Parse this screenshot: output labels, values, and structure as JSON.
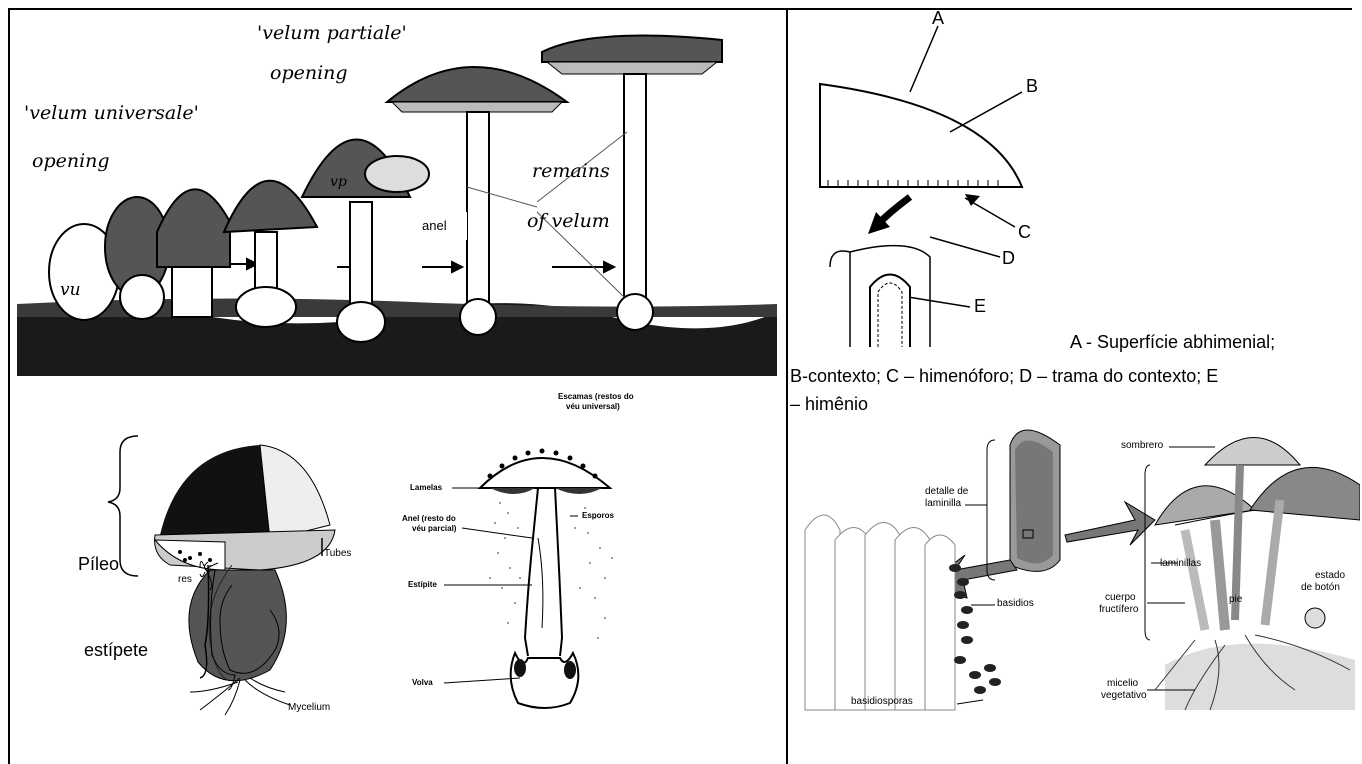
{
  "development": {
    "velum_universale": "'velum universale'",
    "velum_universale_opening": "opening",
    "velum_partiale": "'velum partiale'",
    "velum_partiale_opening": "opening",
    "remains": "remains",
    "of_velum": "of velum",
    "vu": "vu",
    "vp": "vp",
    "anel": "anel"
  },
  "diagram_abc": {
    "A": "A",
    "B": "B",
    "C": "C",
    "D": "D",
    "E": "E",
    "caption_line1": "A - Superfície abhimenial;",
    "caption_line2": "B-contexto; C – himenóforo; D – trama do contexto; E",
    "caption_line3": "– himênio"
  },
  "boletus": {
    "pileo": "Píleo",
    "estipete": "estípete",
    "tubes": "Tubes",
    "res": "res",
    "mycelium": "Mycelium"
  },
  "amanita_section": {
    "escamas_1": "Escamas (restos do",
    "escamas_2": "véu universal)",
    "lamelas": "Lamelas",
    "anel_1": "Anel (resto do",
    "anel_2": "véu parcial)",
    "esporos": "Esporos",
    "estipite": "Estípite",
    "volva": "Volva"
  },
  "mushroom_es": {
    "sombrero": "sombrero",
    "detalle_1": "detalle de",
    "detalle_2": "laminilla",
    "laminillas": "laminillas",
    "estado_1": "estado",
    "estado_2": "de botón",
    "cuerpo_1": "cuerpo",
    "cuerpo_2": "fructífero",
    "pie": "pie",
    "basidios": "basidios",
    "micelio_1": "micelio",
    "micelio_2": "vegetativo",
    "basidiosporas": "basidiosporas"
  }
}
